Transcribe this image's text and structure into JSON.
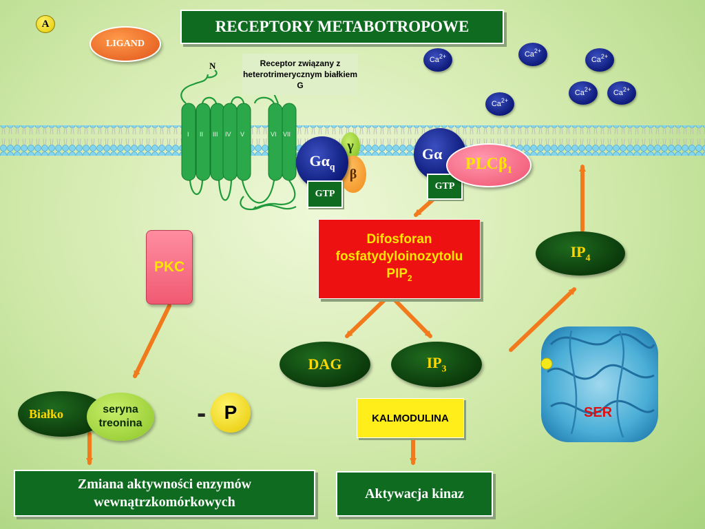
{
  "badge": "A",
  "title": "RECEPTORY METABOTROPOWE",
  "ligand": "LIGAND",
  "receptor_note": "Receptor związany z heterotrimerycznym białkiem G",
  "n_terminus": "N",
  "helices": [
    "I",
    "II",
    "III",
    "IV",
    "V",
    "VI",
    "VII"
  ],
  "calcium": {
    "symbol": "Ca",
    "charge": "2+"
  },
  "g_alpha_q": {
    "main": "Gα",
    "sub": "q"
  },
  "g_alpha_2": "Gα",
  "gamma": "γ",
  "beta": "β",
  "gtp": "GTP",
  "plc": {
    "main": "PLCβ",
    "sub": "1"
  },
  "pip2": {
    "line1": "Difosforan",
    "line2": "fosfatydyloinozytolu",
    "line3": "PIP",
    "sub": "2"
  },
  "dag": "DAG",
  "ip3": {
    "main": "IP",
    "sub": "3"
  },
  "ip4": {
    "main": "IP",
    "sub": "4"
  },
  "pkc": "PKC",
  "protein": "Białko",
  "serine": {
    "line1": "seryna",
    "line2": "treonina"
  },
  "phospho": {
    "dash": "-",
    "letter": "P"
  },
  "calmodulin": "KALMODULINA",
  "ser": "SER",
  "effect_enzymes": {
    "line1": "Zmiana aktywności enzymów",
    "line2": "wewnątrzkomórkowych"
  },
  "effect_kinases": "Aktywacja kinaz",
  "colors": {
    "box_green": "#0f6b1f",
    "dark_oval": "#0b3a0b",
    "text_gold": "#ffd700",
    "pip2_red": "#ee1111",
    "arrow_orange": "#f07a1c",
    "ca_blue": "#0d1a7a"
  }
}
